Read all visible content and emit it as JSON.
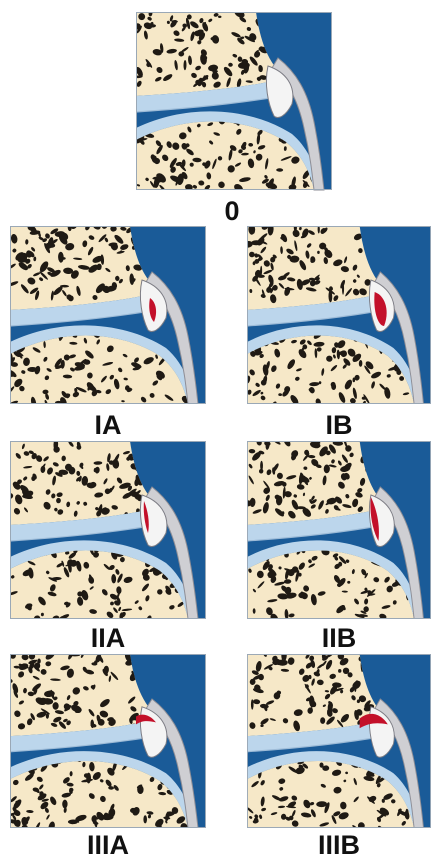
{
  "colors": {
    "bone": "#f6e8c8",
    "marrow_dark": "#1f1a14",
    "synovial_blue": "#1a5b98",
    "cartilage_light": "#bcd6ec",
    "cartilage_mid": "#a9c7e2",
    "labrum_white": "#f4f4f4",
    "capsule_grey": "#cfcfd3",
    "tear_red": "#c3102a"
  },
  "panels": [
    {
      "id": "0",
      "label": "0",
      "tear": "none"
    },
    {
      "id": "IA",
      "label": "IA",
      "tear": "central-small"
    },
    {
      "id": "IB",
      "label": "IB",
      "tear": "central-large"
    },
    {
      "id": "IIA",
      "label": "IIA",
      "tear": "base-small"
    },
    {
      "id": "IIB",
      "label": "IIB",
      "tear": "base-large"
    },
    {
      "id": "IIIA",
      "label": "IIIA",
      "tear": "detached-small"
    },
    {
      "id": "IIIB",
      "label": "IIIB",
      "tear": "detached-large"
    }
  ]
}
